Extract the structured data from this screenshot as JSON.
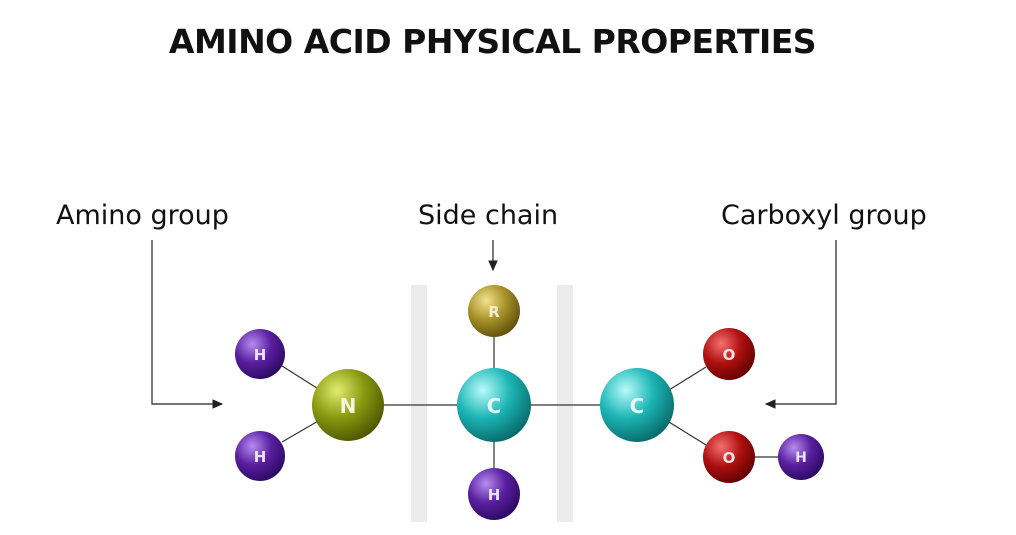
{
  "title": "AMINO ACID PHYSICAL PROPERTIES",
  "labels": {
    "amino": "Amino group",
    "side": "Side chain",
    "carboxyl": "Carboxyl group"
  },
  "atoms": {
    "h1": "H",
    "h2": "H",
    "n": "N",
    "r": "R",
    "c1": "C",
    "h3": "H",
    "c2": "C",
    "o1": "O",
    "o2": "O",
    "h4": "H"
  },
  "colors": {
    "hydrogen": "#5a1fa0",
    "nitrogen": "#8a9a10",
    "carbon": "#1cb5b5",
    "oxygen": "#b01010",
    "sidechain": "#a8922a",
    "divider": "#ececec"
  }
}
